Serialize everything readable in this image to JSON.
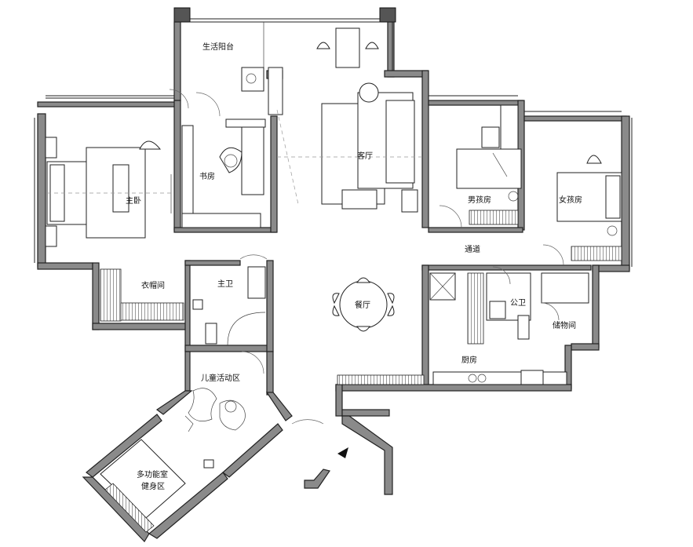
{
  "rooms": {
    "balcony": "生活阳台",
    "living_room": "客厅",
    "study": "书房",
    "master_bedroom": "主卧",
    "boys_room": "男孩房",
    "girls_room": "女孩房",
    "corridor": "通道",
    "cloakroom": "衣帽间",
    "master_bath": "主卫",
    "dining_room": "餐厅",
    "public_bath": "公卫",
    "storage": "储物间",
    "kitchen": "厨房",
    "kids_play_area": "儿童活动区",
    "multi_room": "多功能室",
    "gym_area": "健身区"
  },
  "colors": {
    "wall": "#8a8a8a",
    "line": "#222222",
    "background": "#ffffff"
  }
}
